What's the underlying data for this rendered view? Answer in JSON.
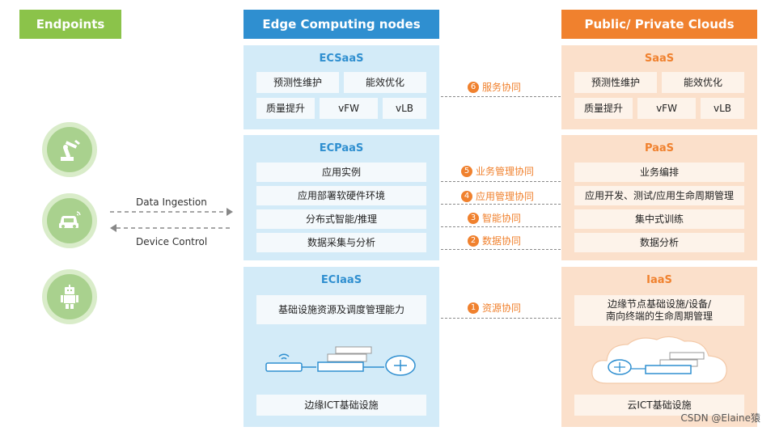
{
  "headers": {
    "endpoints": "Endpoints",
    "edge": "Edge Computing nodes",
    "cloud": "Public/ Private Clouds"
  },
  "edge": {
    "saas": {
      "title": "ECSaaS",
      "items": [
        "预测性维护",
        "能效优化",
        "质量提升",
        "vFW",
        "vLB"
      ]
    },
    "paas": {
      "title": "ECPaaS",
      "items": [
        "应用实例",
        "应用部署软硬件环境",
        "分布式智能/推理",
        "数据采集与分析"
      ]
    },
    "iaas": {
      "title": "ECIaaS",
      "item": "基础设施资源及调度管理能力",
      "bottom": "边缘ICT基础设施"
    }
  },
  "cloud": {
    "saas": {
      "title": "SaaS",
      "items": [
        "预测性维护",
        "能效优化",
        "质量提升",
        "vFW",
        "vLB"
      ]
    },
    "paas": {
      "title": "PaaS",
      "items": [
        "业务编排",
        "应用开发、测试/应用生命周期管理",
        "集中式训练",
        "数据分析"
      ]
    },
    "iaas": {
      "title": "IaaS",
      "item_line1": "边缘节点基础设施/设备/",
      "item_line2": "南向终端的生命周期管理",
      "bottom": "云ICT基础设施"
    }
  },
  "collab": [
    {
      "num": "6",
      "label": "服务协同"
    },
    {
      "num": "5",
      "label": "业务管理协同"
    },
    {
      "num": "4",
      "label": "应用管理协同"
    },
    {
      "num": "3",
      "label": "智能协同"
    },
    {
      "num": "2",
      "label": "数据协同"
    },
    {
      "num": "1",
      "label": "资源协同"
    }
  ],
  "arrows": {
    "ingestion": "Data Ingestion",
    "control": "Device Control"
  },
  "endpoint_icons": [
    "robot-arm-icon",
    "car-icon",
    "robot-icon"
  ],
  "colors": {
    "green": "#8bc34a",
    "blue": "#2f8fd0",
    "orange": "#f0812e"
  },
  "watermark": "CSDN @Elaine猿"
}
